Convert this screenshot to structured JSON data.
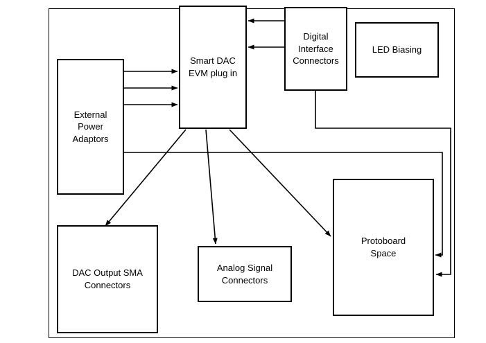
{
  "diagram": {
    "type": "block-diagram",
    "nodes": {
      "smart_dac_evm": {
        "label": "Smart DAC\nEVM plug in"
      },
      "digital_interface_connectors": {
        "label": "Digital\nInterface\nConnectors"
      },
      "led_biasing": {
        "label": "LED Biasing"
      },
      "external_power_adaptors": {
        "label": "External\nPower\nAdaptors"
      },
      "dac_output_sma_connectors": {
        "label": "DAC Output SMA\nConnectors"
      },
      "analog_signal_connectors": {
        "label": "Analog Signal\nConnectors"
      },
      "protoboard_space": {
        "label": "Protoboard\nSpace"
      }
    },
    "edges": [
      {
        "from": "external_power_adaptors",
        "to": "smart_dac_evm",
        "arrows": 3,
        "style": "straight"
      },
      {
        "from": "digital_interface_connectors",
        "to": "smart_dac_evm",
        "arrows": 2,
        "style": "straight"
      },
      {
        "from": "smart_dac_evm",
        "to": "dac_output_sma_connectors",
        "arrows": 1,
        "style": "diagonal"
      },
      {
        "from": "smart_dac_evm",
        "to": "analog_signal_connectors",
        "arrows": 1,
        "style": "diagonal"
      },
      {
        "from": "smart_dac_evm",
        "to": "protoboard_space",
        "arrows": 1,
        "style": "diagonal"
      },
      {
        "from": "digital_interface_connectors",
        "to": "protoboard_space",
        "arrows": 1,
        "style": "orthogonal"
      },
      {
        "from": "external_power_adaptors",
        "to": "protoboard_space",
        "arrows": 1,
        "style": "orthogonal"
      }
    ],
    "colors": {
      "line": "#000000",
      "box_border": "#000000",
      "text": "#000000",
      "background": "#ffffff"
    }
  }
}
